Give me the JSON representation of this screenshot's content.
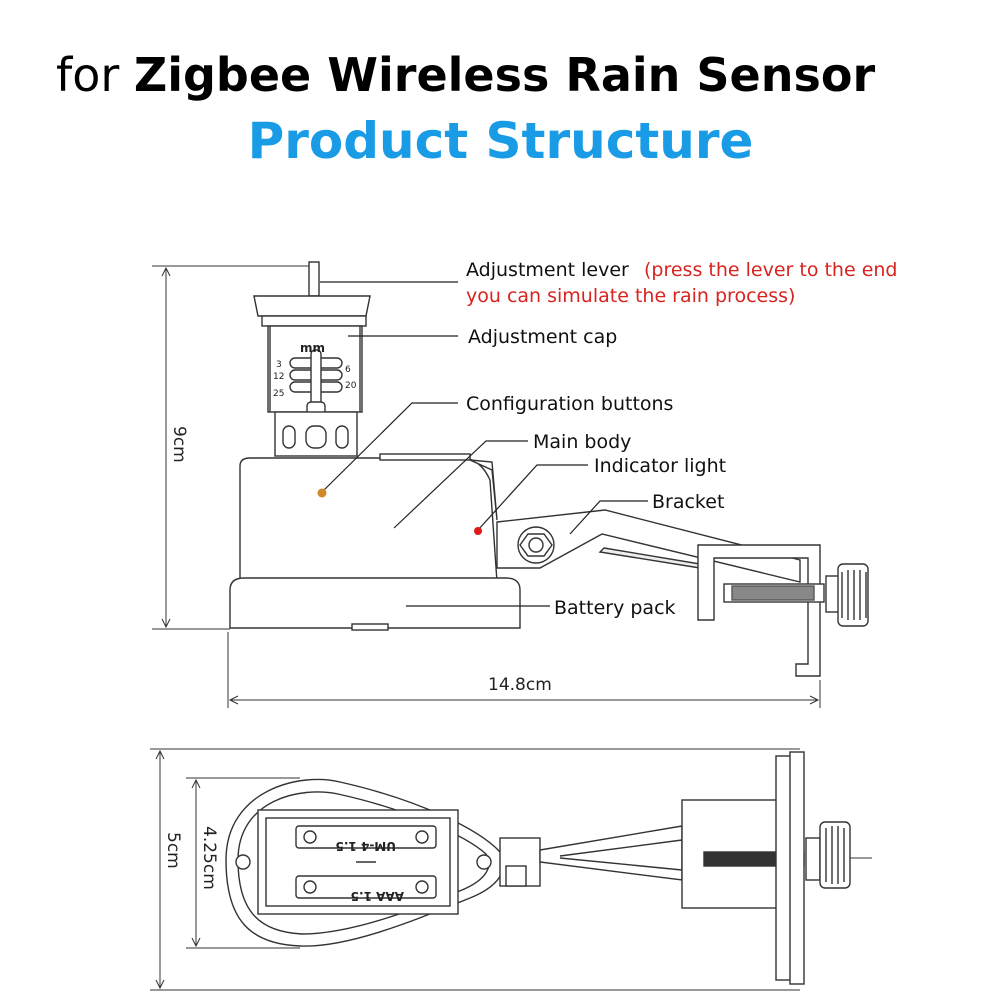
{
  "title": {
    "prefix": "for",
    "main": "Zigbee Wireless Rain Sensor",
    "subtitle": "Product Structure",
    "subtitle_color": "#1a9be6"
  },
  "callouts": {
    "adjustment_lever": "Adjustment lever",
    "adjustment_lever_note_1": "(press the lever to the end",
    "adjustment_lever_note_2": "you can simulate the rain process)",
    "adjustment_cap": "Adjustment cap",
    "configuration_buttons": "Configuration buttons",
    "main_body": "Main body",
    "indicator_light": "Indicator light",
    "bracket": "Bracket",
    "battery_pack": "Battery pack"
  },
  "dimensions": {
    "height": "9cm",
    "length": "14.8cm",
    "width_outer": "5cm",
    "width_inner": "4.25cm"
  },
  "scale": {
    "unit": "mm",
    "marks_left": [
      "3",
      "12",
      "25"
    ],
    "marks_right": [
      "6",
      "20"
    ]
  },
  "battery_labels": {
    "top": "UM-4 1.5",
    "bottom": "AAA 1.5"
  },
  "colors": {
    "note_red": "#d8231f",
    "button_dot": "#d08a2a",
    "indicator_dot": "#e01818"
  }
}
